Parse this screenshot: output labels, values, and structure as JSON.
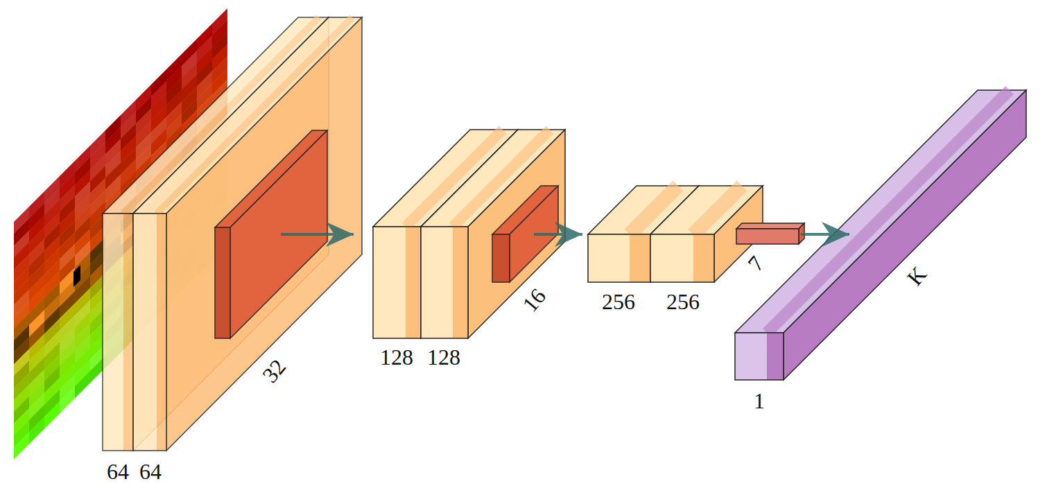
{
  "diagram": {
    "labels": [
      "64",
      "64",
      "32",
      "128",
      "128",
      "16",
      "256",
      "256",
      "7",
      "1",
      "K"
    ]
  }
}
